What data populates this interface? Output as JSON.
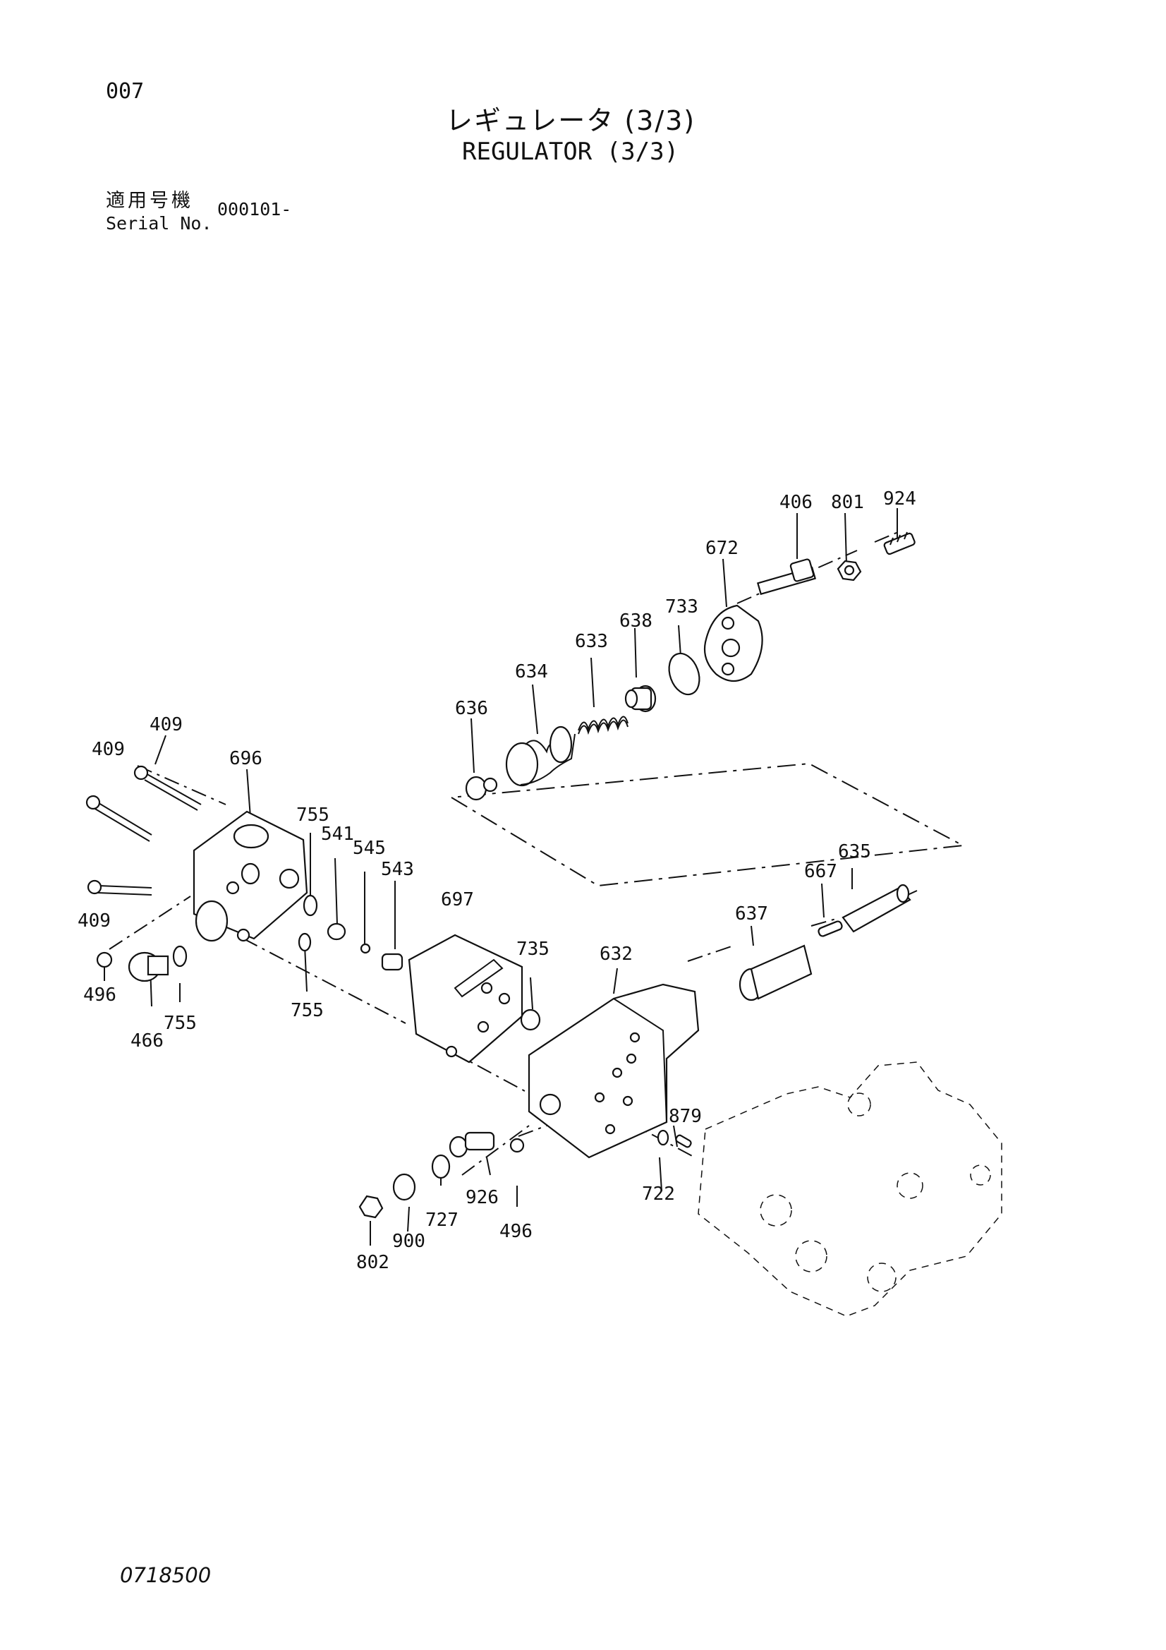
{
  "header": {
    "page_number": "007",
    "title_jp": "レギュレータ (3/3)",
    "title_en": "REGULATOR (3/3)",
    "serial_label_jp": "適用号機",
    "serial_label_en": "Serial No.",
    "serial_value": "000101-"
  },
  "footer": {
    "document_code": "0718500"
  },
  "callouts": {
    "p924": "924",
    "p406": "406",
    "p801": "801",
    "p672": "672",
    "p733": "733",
    "p638": "638",
    "p633": "633",
    "p634": "634",
    "p636": "636",
    "p409a": "409",
    "p409b": "409",
    "p409c": "409",
    "p696": "696",
    "p755a": "755",
    "p541": "541",
    "p545": "545",
    "p543": "543",
    "p755b": "755",
    "p755c": "755",
    "p496a": "496",
    "p466": "466",
    "p697": "697",
    "p735": "735",
    "p632": "632",
    "p637": "637",
    "p667": "667",
    "p635": "635",
    "p879": "879",
    "p722": "722",
    "p926": "926",
    "p496b": "496",
    "p727": "727",
    "p900": "900",
    "p802": "802"
  }
}
